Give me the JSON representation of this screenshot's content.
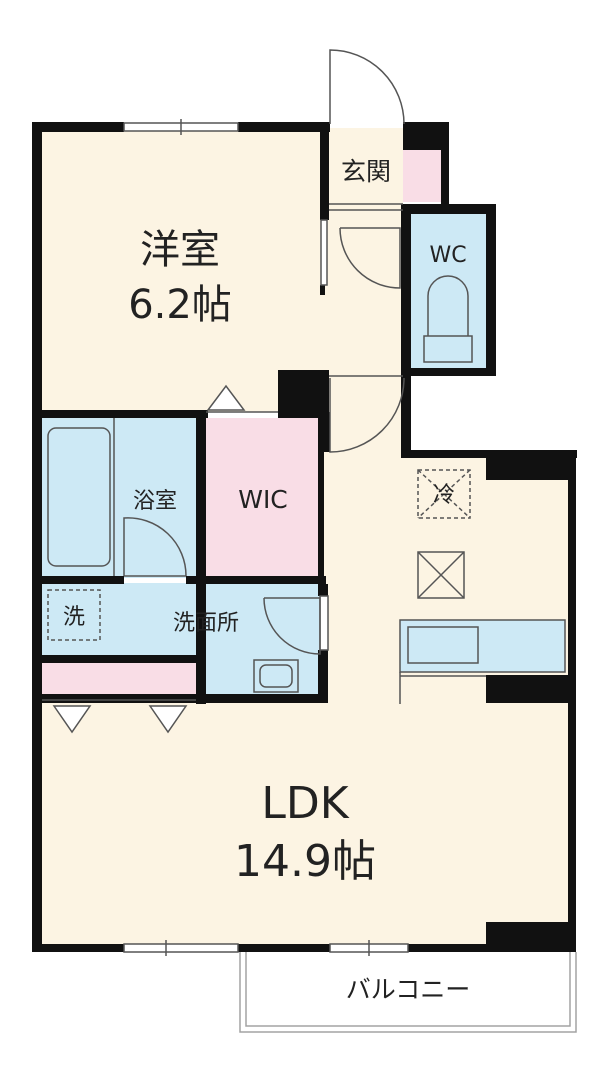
{
  "colors": {
    "wall": "#111111",
    "cream": "#fcf4e3",
    "wet": "#cde9f5",
    "closet": "#f9dde6",
    "line": "#555555",
    "bay": "#a3a3a3"
  },
  "rooms": {
    "western": {
      "name": "洋室",
      "size": "6.2帖"
    },
    "entrance": {
      "name": "玄関"
    },
    "toilet": {
      "name": "WC"
    },
    "bath": {
      "name": "浴室"
    },
    "closet": {
      "name": "WIC"
    },
    "washroom": {
      "name": "洗面所"
    },
    "ldk": {
      "name": "LDK",
      "size": "14.9帖"
    },
    "balcony": {
      "name": "バルコニー"
    }
  },
  "fixtures": {
    "laundry": "洗",
    "fridge": "冷"
  }
}
